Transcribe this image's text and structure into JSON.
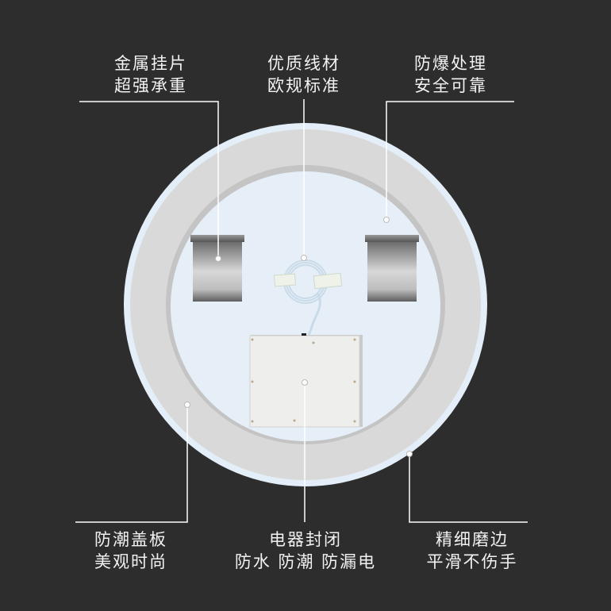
{
  "callouts": {
    "hanger": {
      "line1": "金属挂片",
      "line2": "超强承重"
    },
    "cable": {
      "line1": "优质线材",
      "line2": "欧规标准"
    },
    "explosion": {
      "line1": "防爆处理",
      "line2": "安全可靠"
    },
    "cover": {
      "line1": "防潮盖板",
      "line2": "美观时尚"
    },
    "electric": {
      "line1": "电器封闭",
      "line2": "防水 防潮 防漏电"
    },
    "edge": {
      "line1": "精细磨边",
      "line2": "平滑不伤手"
    }
  },
  "colors": {
    "background": "#2d2d2d",
    "rim": "#e3eef8",
    "ring": "#d9d9d9",
    "panel": "#e6eff8",
    "line": "#ffffff"
  }
}
